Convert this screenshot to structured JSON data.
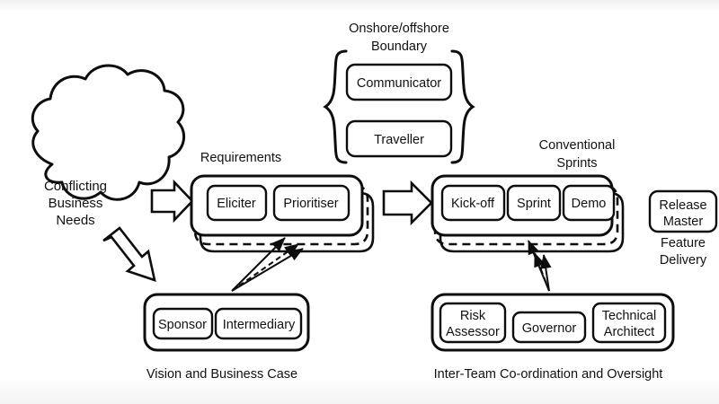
{
  "diagram": {
    "title": "Agile offshore roles and workflow diagram",
    "background_color": "#ffffff",
    "line_color": "#0d0d0d",
    "text_color": "#111111"
  },
  "cloud": {
    "line1": "Conflicting",
    "line2": "Business",
    "line3": "Needs"
  },
  "boundary": {
    "label_line1": "Onshore/offshore",
    "label_line2": "Boundary",
    "roles": [
      {
        "label": "Communicator"
      },
      {
        "label": "Traveller"
      }
    ]
  },
  "requirements": {
    "label": "Requirements",
    "roles": [
      {
        "label": "Eliciter"
      },
      {
        "label": "Prioritiser"
      }
    ]
  },
  "sprints": {
    "label_line1": "Conventional",
    "label_line2": "Sprints",
    "roles": [
      {
        "label": "Kick-off"
      },
      {
        "label": "Sprint"
      },
      {
        "label": "Demo"
      }
    ]
  },
  "release": {
    "role_line1": "Release",
    "role_line2": "Master",
    "caption_line1": "Feature",
    "caption_line2": "Delivery"
  },
  "vision": {
    "caption": "Vision and Business Case",
    "roles": [
      {
        "label": "Sponsor"
      },
      {
        "label": "Intermediary"
      }
    ]
  },
  "oversight": {
    "caption": "Inter-Team Co-ordination and Oversight",
    "roles": [
      {
        "label_line1": "Risk",
        "label_line2": "Assessor"
      },
      {
        "label_line1": "Governor",
        "label_line2": ""
      },
      {
        "label_line1": "Technical",
        "label_line2": "Architect"
      }
    ]
  },
  "connectors": {
    "cloud_to_requirements": "block-arrow-right",
    "cloud_to_vision": "block-arrow-diagonal",
    "requirements_to_sprints": "block-arrow-right",
    "vision_to_requirements": "thin-arrows",
    "oversight_to_sprints": "thin-arrows"
  }
}
